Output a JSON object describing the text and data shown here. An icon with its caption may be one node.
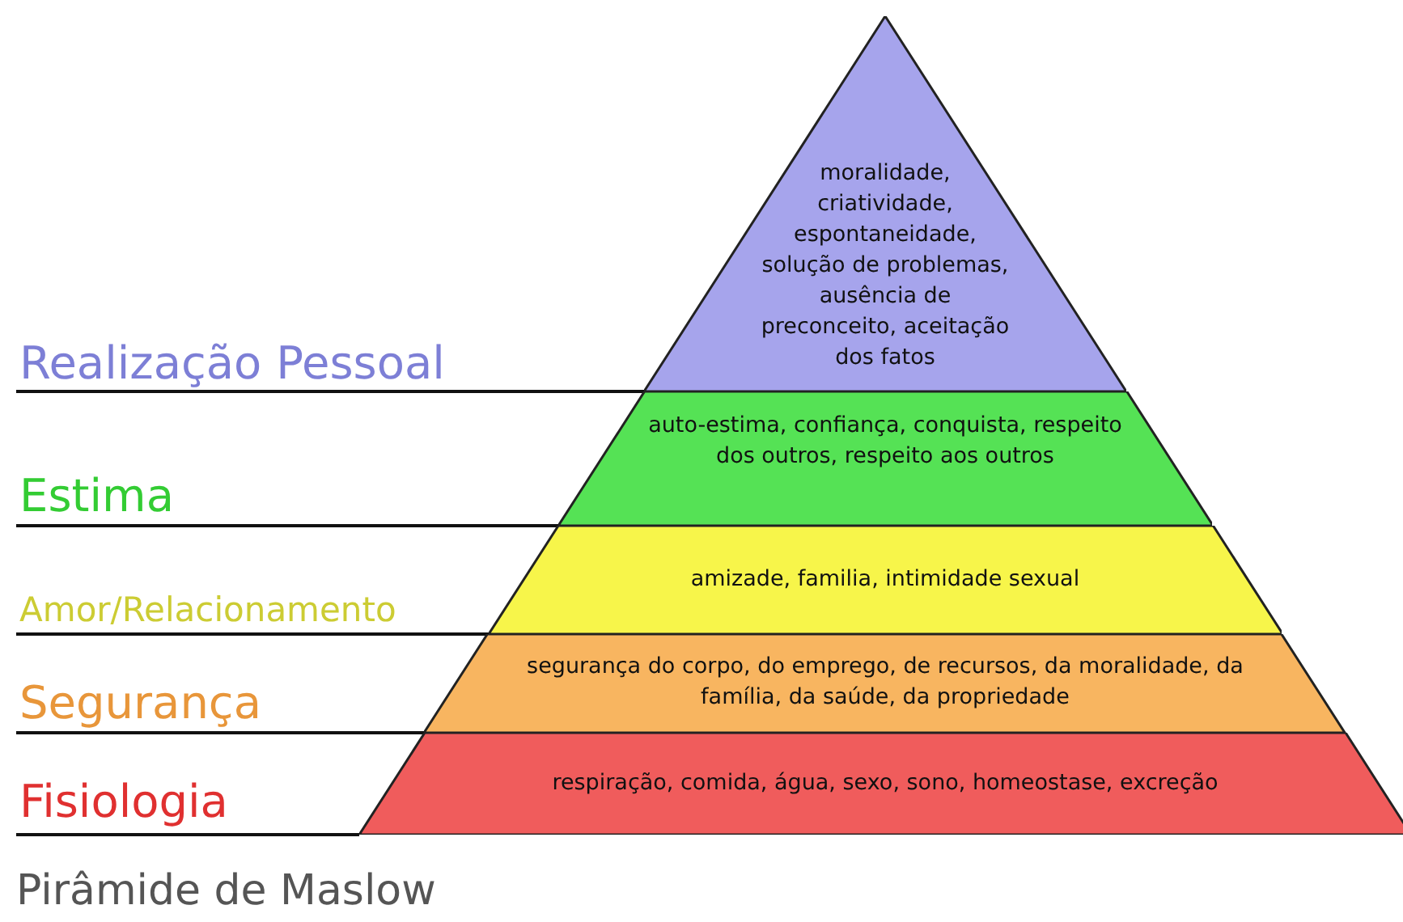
{
  "diagram": {
    "caption": "Pirâmide de Maslow",
    "nodes": [
      {
        "text": [
          "moralidade, criatividade, espontaneidade, solução de problemas, ausência de preconceito, aceitação dos fatos"
        ]
      },
      {
        "text": [
          "auto-estima, confiança, conquista, respeito dos outros, respeito aos outros"
        ]
      },
      {
        "text": [
          "amizade, familia, intimidade sexual"
        ]
      },
      {
        "text": [
          "segurança do corpo, do emprego, de recursos, da moralidade, da família, da saúde, da propriedade"
        ]
      },
      {
        "text": [
          "respiração, comida, água, sexo, sono, homeostase, excreção"
        ]
      }
    ],
    "labels": [
      "Realização Pessoal",
      "Estima",
      "Amor/Relacionamento",
      "Segurança",
      "Fisiologia"
    ]
  }
}
